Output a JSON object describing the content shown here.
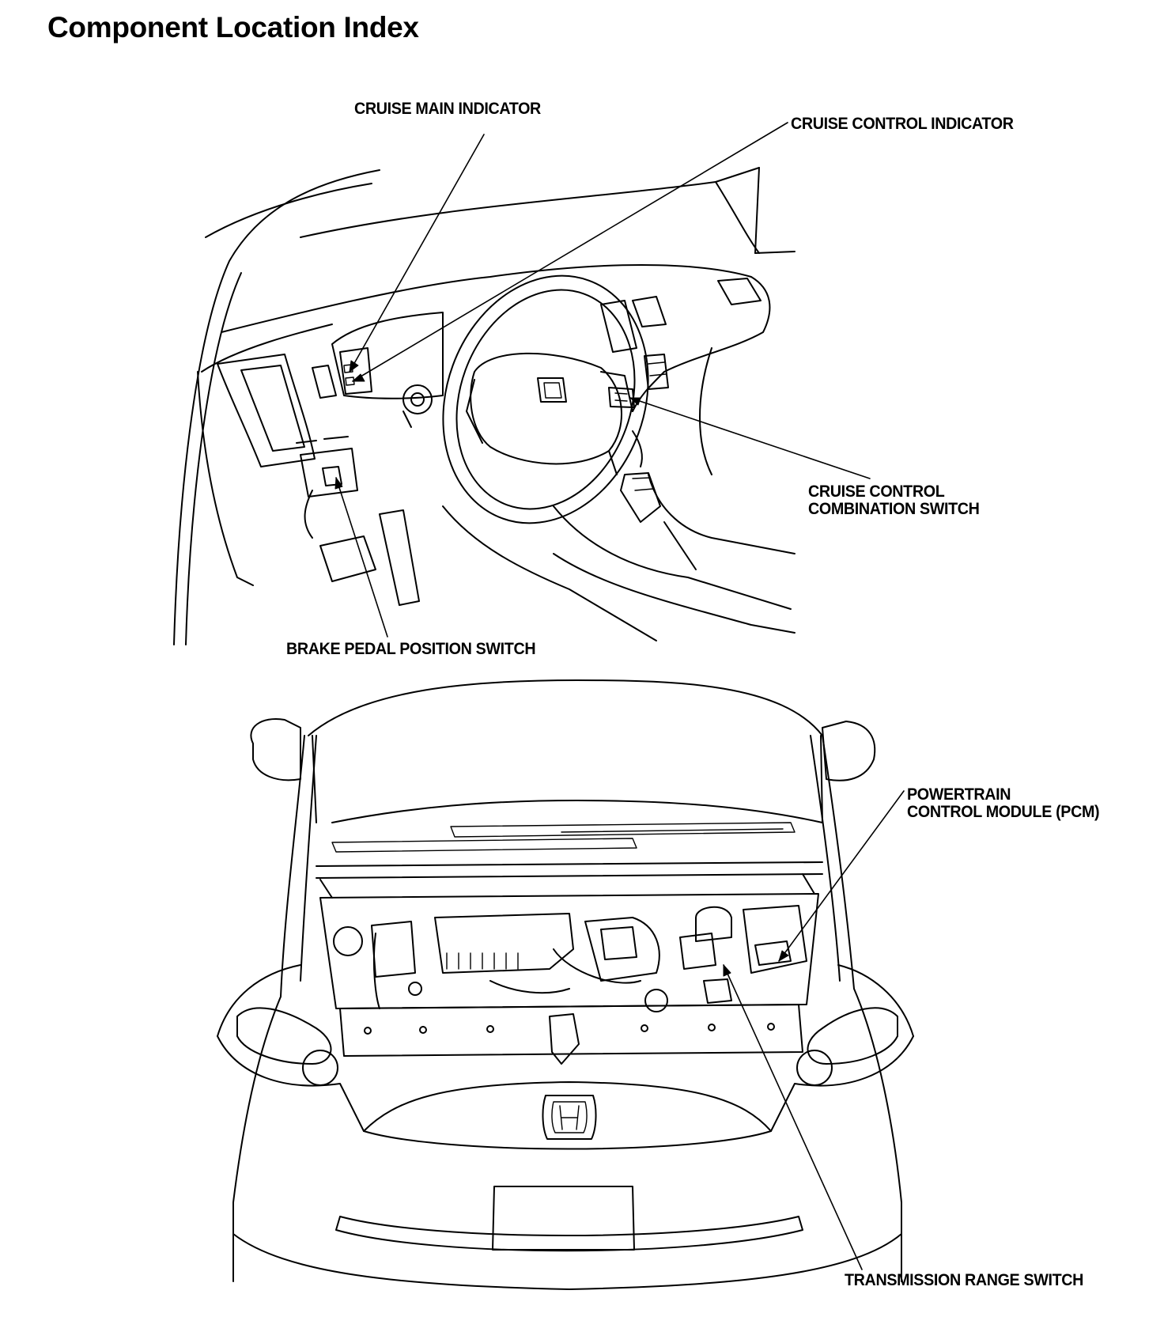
{
  "page": {
    "title": "Component Location Index"
  },
  "labels": {
    "cruise_main_indicator": "CRUISE MAIN INDICATOR",
    "cruise_control_indicator": "CRUISE CONTROL INDICATOR",
    "cruise_control_combination_switch_line1": "CRUISE CONTROL",
    "cruise_control_combination_switch_line2": "COMBINATION SWITCH",
    "brake_pedal_position_switch": "BRAKE PEDAL POSITION SWITCH",
    "pcm_line1": "POWERTRAIN",
    "pcm_line2": "CONTROL MODULE (PCM)",
    "transmission_range_switch": "TRANSMISSION RANGE SWITCH"
  }
}
